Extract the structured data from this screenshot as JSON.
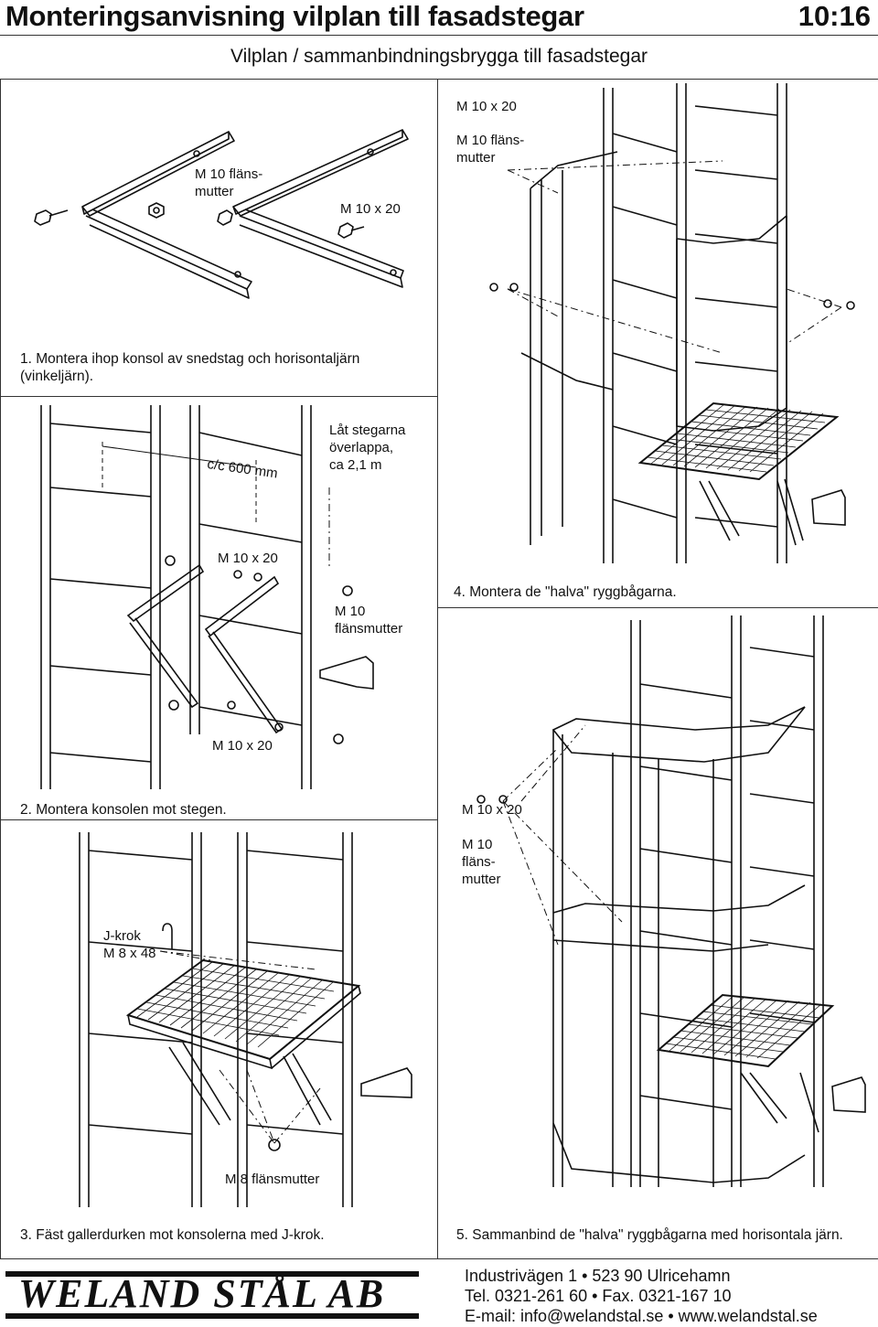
{
  "header": {
    "title": "Monteringsanvisning vilplan till fasadstegar",
    "page_number": "10:16",
    "subtitle": "Vilplan / sammanbindningsbrygga till fasadstegar"
  },
  "step1": {
    "label_flange_nut": "M 10 fläns-\nmutter",
    "label_bolt": "M 10 x 20",
    "caption": "1. Montera ihop konsol av snedstag och horisontaljärn\n(vinkeljärn)."
  },
  "step2": {
    "label_cc": "c/c 600 mm",
    "label_overlap": "Låt stegarna\növerlappa,\nca 2,1 m",
    "label_bolt_top": "M 10 x 20",
    "label_flange_nut": "M 10\nflänsmutter",
    "label_bolt_bottom": "M 10 x 20",
    "caption": "2. Montera konsolen mot stegen."
  },
  "step3": {
    "label_jhook": "J-krok\nM 8 x 48",
    "label_nut": "M 8 flänsmutter",
    "caption": "3. Fäst gallerdurken mot konsolerna med J-krok."
  },
  "step4": {
    "label_bolt": "M 10 x 20",
    "label_flange_nut": "M 10 fläns-\nmutter",
    "caption": "4. Montera de \"halva\" ryggbågarna."
  },
  "step5": {
    "label_bolt": "M 10 x 20",
    "label_flange_nut": "M 10\nfläns-\nmutter",
    "caption": "5. Sammanbind de \"halva\" ryggbågarna med horisontala järn."
  },
  "footer": {
    "logo_text": "WELAND STÅL AB",
    "address_line1": "Industrivägen 1 • 523 90 Ulricehamn",
    "address_line2": "Tel. 0321-261 60 • Fax. 0321-167 10",
    "address_line3": "E-mail: info@welandstal.se • www.welandstal.se"
  }
}
